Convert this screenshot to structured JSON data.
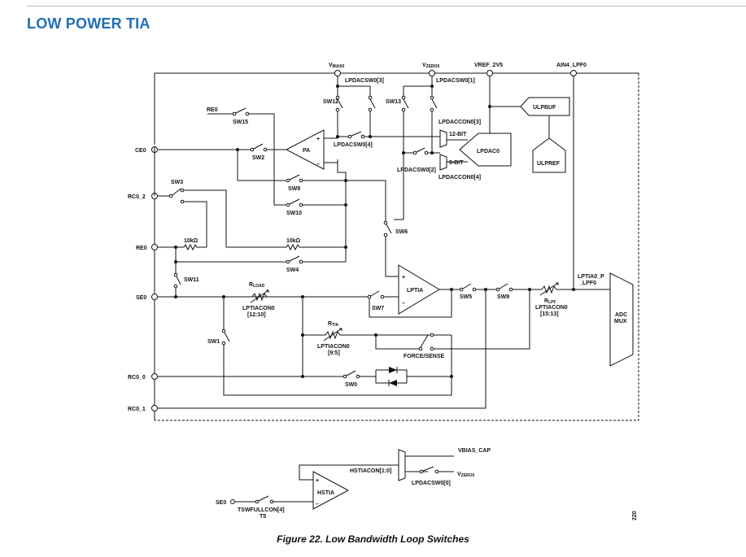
{
  "header": {
    "title": "LOW POWER TIA"
  },
  "figure": {
    "caption": "Figure 22. Low Bandwidth Loop Switches",
    "side_number": "220"
  },
  "colors": {
    "heading": "#1f6fb7",
    "wire": "#111111"
  },
  "diagram": {
    "top_labels": {
      "vbias0": "V",
      "vbias0_sub": "BIAS0",
      "vzero0": "V",
      "vzero0_sub": "ZERO0",
      "vref_2v5": "VREF_2V5",
      "ain4_lpf0": "AIN4_LPF0"
    },
    "pins": {
      "ce0": "CE0",
      "rc0_2": "RC0_2",
      "re0": "RE0",
      "se0": "SE0",
      "rc0_0": "RC0_0",
      "rc0_1": "RC0_1",
      "re0_top": "RE0"
    },
    "blocks": {
      "pa": "PA",
      "lptia": "LPTIA",
      "lpdac0": "LPDAC0",
      "ulpbuf": "ULPBUF",
      "ulpref": "ULPREF",
      "adc_mux_line1": "ADC",
      "adc_mux_line2": "MUX",
      "hstia": "HSTIA",
      "bit12": "12-BIT",
      "bit6": "6-BIT"
    },
    "switches": {
      "sw0": "SW0",
      "sw1": "SW1",
      "sw2": "SW2",
      "sw3": "SW3",
      "sw4": "SW4",
      "sw5": "SW5",
      "sw6": "SW6",
      "sw7": "SW7",
      "sw8": "SW8",
      "sw9": "SW9",
      "sw10": "SW10",
      "sw11": "SW11",
      "sw12": "SW12",
      "sw13": "SW13",
      "sw15": "SW15",
      "force_sense": "FORCE/SENSE",
      "t5": "T5"
    },
    "registers": {
      "lpdacsw0_3": "LPDACSW0[3]",
      "lpdacsw0_1": "LPDACSW0[1]",
      "lpdacsw0_4": "LPDACSW0[4]",
      "lpdacsw0_2": "LPDACSW0[2]",
      "lpdaccon0_3": "LPDACCON0[3]",
      "lpdaccon0_4": "LPDACCON0[4]",
      "lptiacon0_12_10_a": "LPTIACON0",
      "lptiacon0_12_10_b": "[12:10]",
      "lptiacon0_9_5_a": "LPTIACON0",
      "lptiacon0_9_5_b": "[9:5]",
      "lptiacon0_15_13_a": "LPTIACON0",
      "lptiacon0_15_13_b": "[15:13]",
      "hstiacon": "HSTIACON[1:0]",
      "lpdacsw0_0": "LPDACSW0[0]",
      "tswfullcon4": "TSWFULLCON[4]"
    },
    "resistors": {
      "r10k_a": "10kΩ",
      "r10k_b": "10kΩ",
      "rload": "R",
      "rload_sub": "LOAD",
      "rtia": "R",
      "rtia_sub": "TIA",
      "rlpf": "R",
      "rlpf_sub": "LPF"
    },
    "nets": {
      "lptia0_p_a": "LPTIA0_P",
      "lptia0_p_b": "_LPF0",
      "vbias_cap": "VBIAS_CAP",
      "vzero0_bottom": "V",
      "vzero0_bottom_sub": "ZERO0",
      "se0_bottom": "SE0"
    },
    "amp_signs": {
      "plus": "+",
      "minus": "–"
    }
  }
}
